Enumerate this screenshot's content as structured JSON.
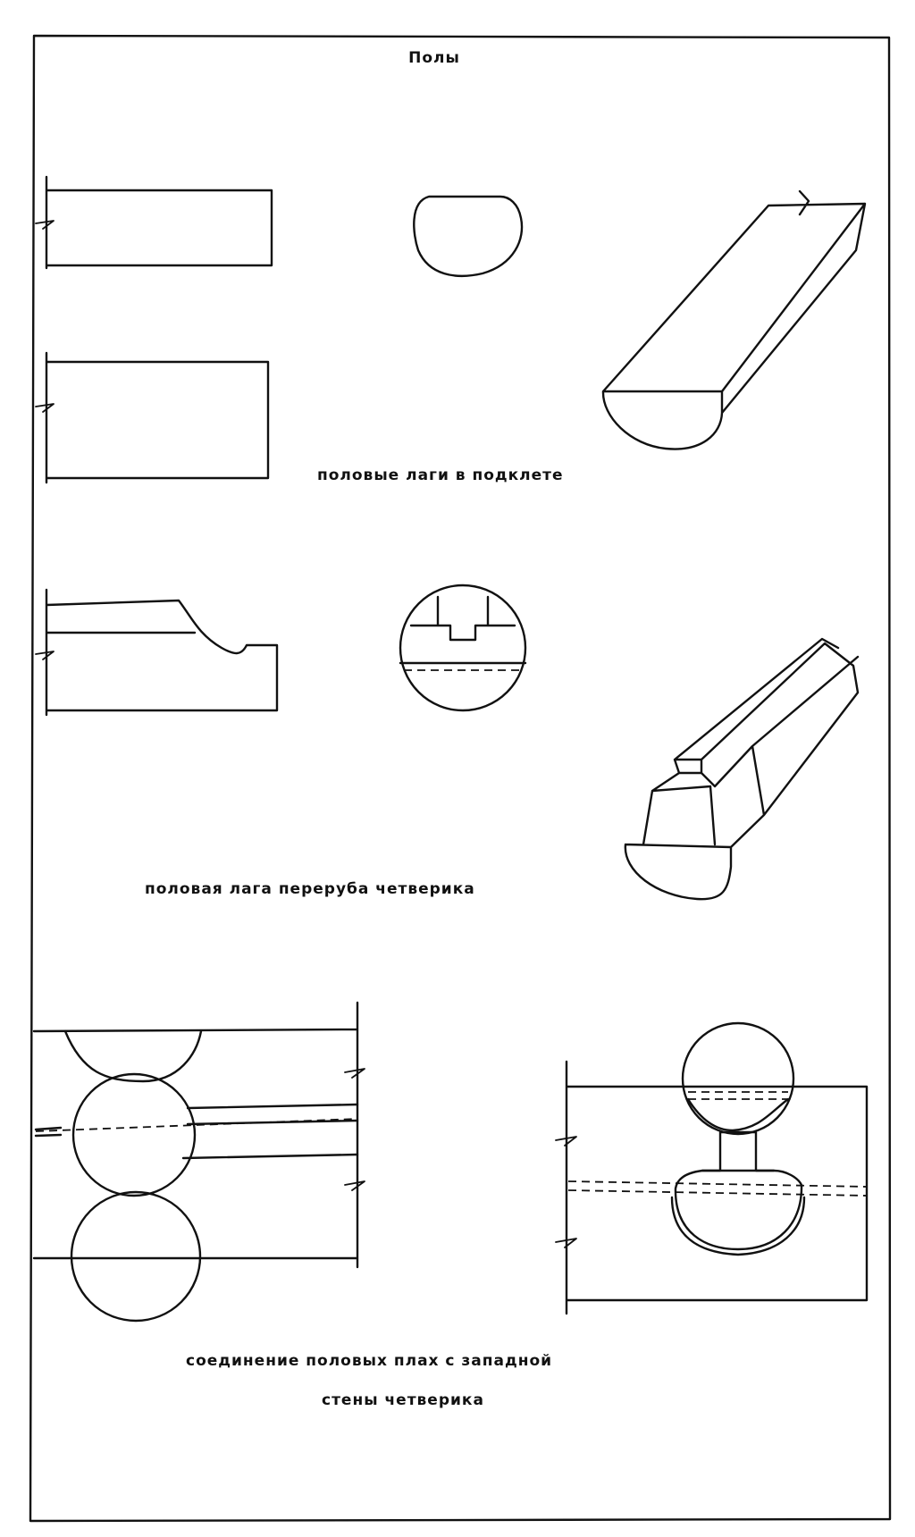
{
  "sheet": {
    "title": "Полы"
  },
  "sections": [
    {
      "id": "floor-joists-basement",
      "caption": "половые лаги в подклете"
    },
    {
      "id": "floor-joist-chetverik",
      "caption": "половая лага переруба четверика"
    },
    {
      "id": "slab-joint",
      "caption_line1": "соединение половых плах с западной",
      "caption_line2": "стены четверика"
    }
  ],
  "colors": {
    "ink": "#111111",
    "paper": "#ffffff"
  }
}
